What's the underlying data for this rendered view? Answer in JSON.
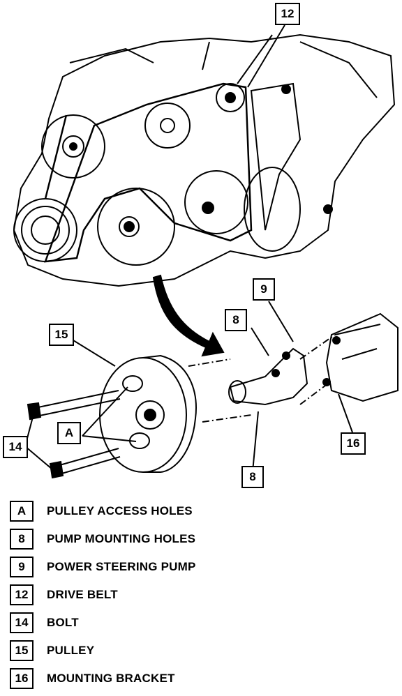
{
  "callouts": {
    "c12": "12",
    "c9": "9",
    "c8_top": "8",
    "c15": "15",
    "cA": "A",
    "c14": "14",
    "c16": "16",
    "c8_bottom": "8"
  },
  "legend": [
    {
      "key": "A",
      "label": "PULLEY ACCESS HOLES"
    },
    {
      "key": "8",
      "label": "PUMP MOUNTING HOLES"
    },
    {
      "key": "9",
      "label": "POWER STEERING PUMP"
    },
    {
      "key": "12",
      "label": "DRIVE BELT"
    },
    {
      "key": "14",
      "label": "BOLT"
    },
    {
      "key": "15",
      "label": "PULLEY"
    },
    {
      "key": "16",
      "label": "MOUNTING BRACKET"
    }
  ]
}
